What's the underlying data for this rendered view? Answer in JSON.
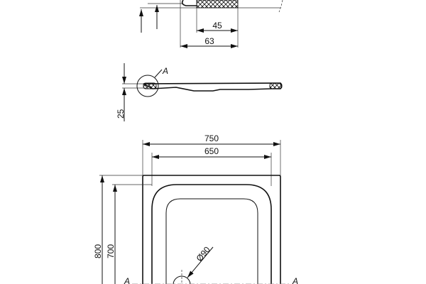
{
  "detail_view": {
    "dimensions": [
      "45",
      "63"
    ]
  },
  "section_view": {
    "detail_label": "A",
    "height_dimension": "25"
  },
  "plan_view": {
    "outer_width": "750",
    "inner_width": "650",
    "outer_length": "800",
    "inner_length": "700",
    "drain_diameter": "Ø90",
    "section_marker_left": "A",
    "section_marker_right": "A"
  }
}
